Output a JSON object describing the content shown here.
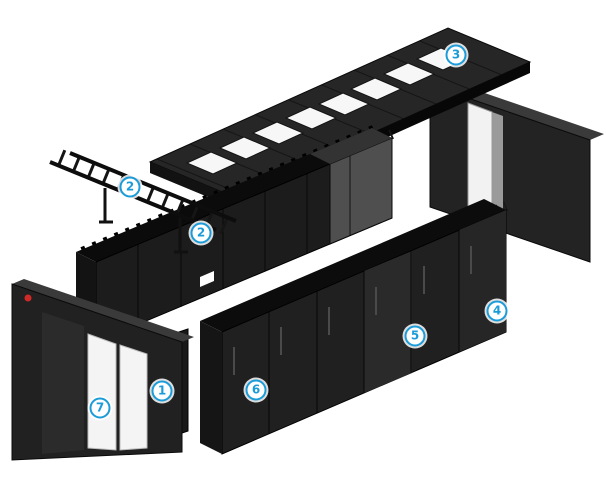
{
  "diagram": {
    "subject": "Exploded isometric view of a hot-aisle containment rack system",
    "colors": {
      "accent": "#1b9cd8",
      "rack-black": "#1e1e1e",
      "panel-white": "#f4f4f4",
      "indicator-red": "#cf2a27",
      "background": "#ffffff"
    },
    "callouts": [
      {
        "num": "3",
        "part": "ceiling-panel-assembly"
      },
      {
        "num": "2",
        "part": "cable-ladder"
      },
      {
        "num": "2",
        "part": "overhead-cable-trough"
      },
      {
        "num": "1",
        "part": "aisle-end-door"
      },
      {
        "num": "4",
        "part": "rack-end-panel"
      },
      {
        "num": "5",
        "part": "rack-row-rear"
      },
      {
        "num": "6",
        "part": "rack-row-front"
      },
      {
        "num": "7",
        "part": "containment-end-wall-door"
      }
    ]
  }
}
